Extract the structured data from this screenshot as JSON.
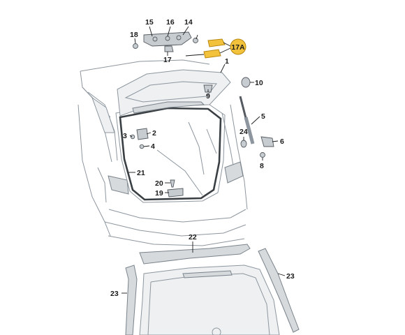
{
  "diagram": {
    "labels": [
      {
        "id": "15",
        "text": "15"
      },
      {
        "id": "16",
        "text": "16"
      },
      {
        "id": "14",
        "text": "14"
      },
      {
        "id": "18",
        "text": "18"
      },
      {
        "id": "17",
        "text": "17"
      },
      {
        "id": "17a",
        "text": "17A"
      },
      {
        "id": "1",
        "text": "1"
      },
      {
        "id": "10",
        "text": "10"
      },
      {
        "id": "9",
        "text": "9"
      },
      {
        "id": "5",
        "text": "5"
      },
      {
        "id": "3",
        "text": "3"
      },
      {
        "id": "2",
        "text": "2"
      },
      {
        "id": "4",
        "text": "4"
      },
      {
        "id": "24",
        "text": "24"
      },
      {
        "id": "6",
        "text": "6"
      },
      {
        "id": "8",
        "text": "8"
      },
      {
        "id": "21",
        "text": "21"
      },
      {
        "id": "20",
        "text": "20"
      },
      {
        "id": "19",
        "text": "19"
      },
      {
        "id": "22",
        "text": "22"
      },
      {
        "id": "23l",
        "text": "23"
      },
      {
        "id": "23r",
        "text": "23"
      }
    ],
    "colors": {
      "highlight": "#f2c23d",
      "line": "#1a1a1a",
      "body": "#8d969e"
    }
  }
}
